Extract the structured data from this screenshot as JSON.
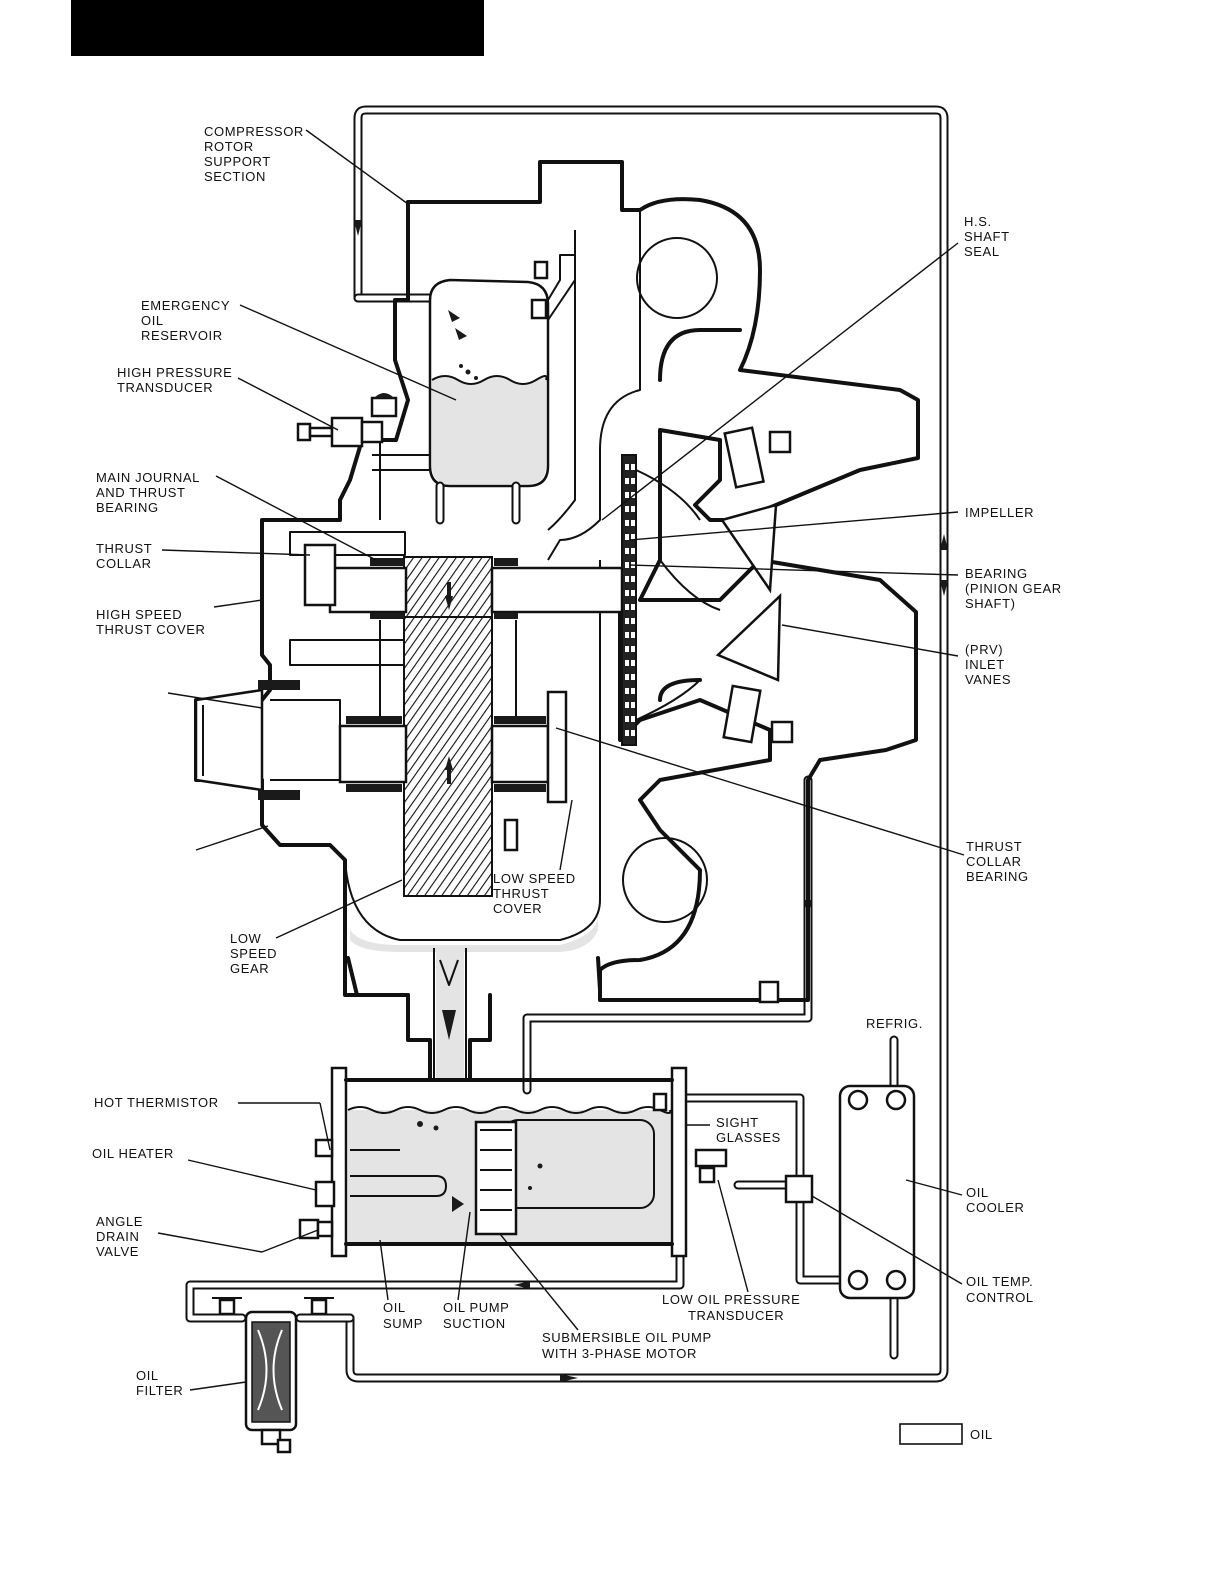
{
  "labels": {
    "compressor_rotor_support": [
      "COMPRESSOR",
      "ROTOR",
      "SUPPORT",
      "SECTION"
    ],
    "emergency_oil_reservoir": [
      "EMERGENCY",
      "OIL",
      "RESERVOIR"
    ],
    "high_pressure_transducer": [
      "HIGH PRESSURE",
      "TRANSDUCER"
    ],
    "main_journal_thrust_bearing": [
      "MAIN JOURNAL",
      "AND THRUST",
      "BEARING"
    ],
    "thrust_collar": [
      "THRUST",
      "COLLAR"
    ],
    "high_speed_thrust_cover": [
      "HIGH SPEED",
      "THRUST COVER"
    ],
    "low_speed_gear": [
      "LOW",
      "SPEED",
      "GEAR"
    ],
    "low_speed_thrust_cover": [
      "LOW SPEED",
      "THRUST",
      "COVER"
    ],
    "hs_shaft_seal": [
      "H.S.",
      "SHAFT",
      "SEAL"
    ],
    "impeller": [
      "IMPELLER"
    ],
    "bearing_pinion": [
      "BEARING",
      "(PINION GEAR",
      " SHAFT)"
    ],
    "prv_inlet_vanes": [
      "(PRV)",
      "INLET",
      "VANES"
    ],
    "thrust_collar_bearing": [
      "THRUST",
      "COLLAR",
      "BEARING"
    ],
    "refrig": [
      "REFRIG."
    ],
    "hot_thermistor": [
      "HOT THERMISTOR"
    ],
    "oil_heater": [
      "OIL HEATER"
    ],
    "angle_drain_valve": [
      "ANGLE",
      "DRAIN",
      "VALVE"
    ],
    "sight_glasses": [
      "SIGHT",
      "GLASSES"
    ],
    "oil_cooler": [
      "OIL",
      "COOLER"
    ],
    "oil_temp_control": [
      "OIL TEMP.",
      "CONTROL"
    ],
    "oil_sump": [
      "OIL",
      "SUMP"
    ],
    "oil_pump_suction": [
      "OIL PUMP",
      "SUCTION"
    ],
    "low_oil_pressure_transducer": [
      "LOW OIL PRESSURE",
      "TRANSDUCER"
    ],
    "submersible_oil_pump": [
      "SUBMERSIBLE OIL PUMP",
      "WITH 3-PHASE MOTOR"
    ],
    "oil_filter": [
      "OIL",
      "FILTER"
    ]
  },
  "legend": {
    "label": "OIL"
  },
  "colors": {
    "oil_fill": "#e4e4e4",
    "ink": "#111111"
  }
}
